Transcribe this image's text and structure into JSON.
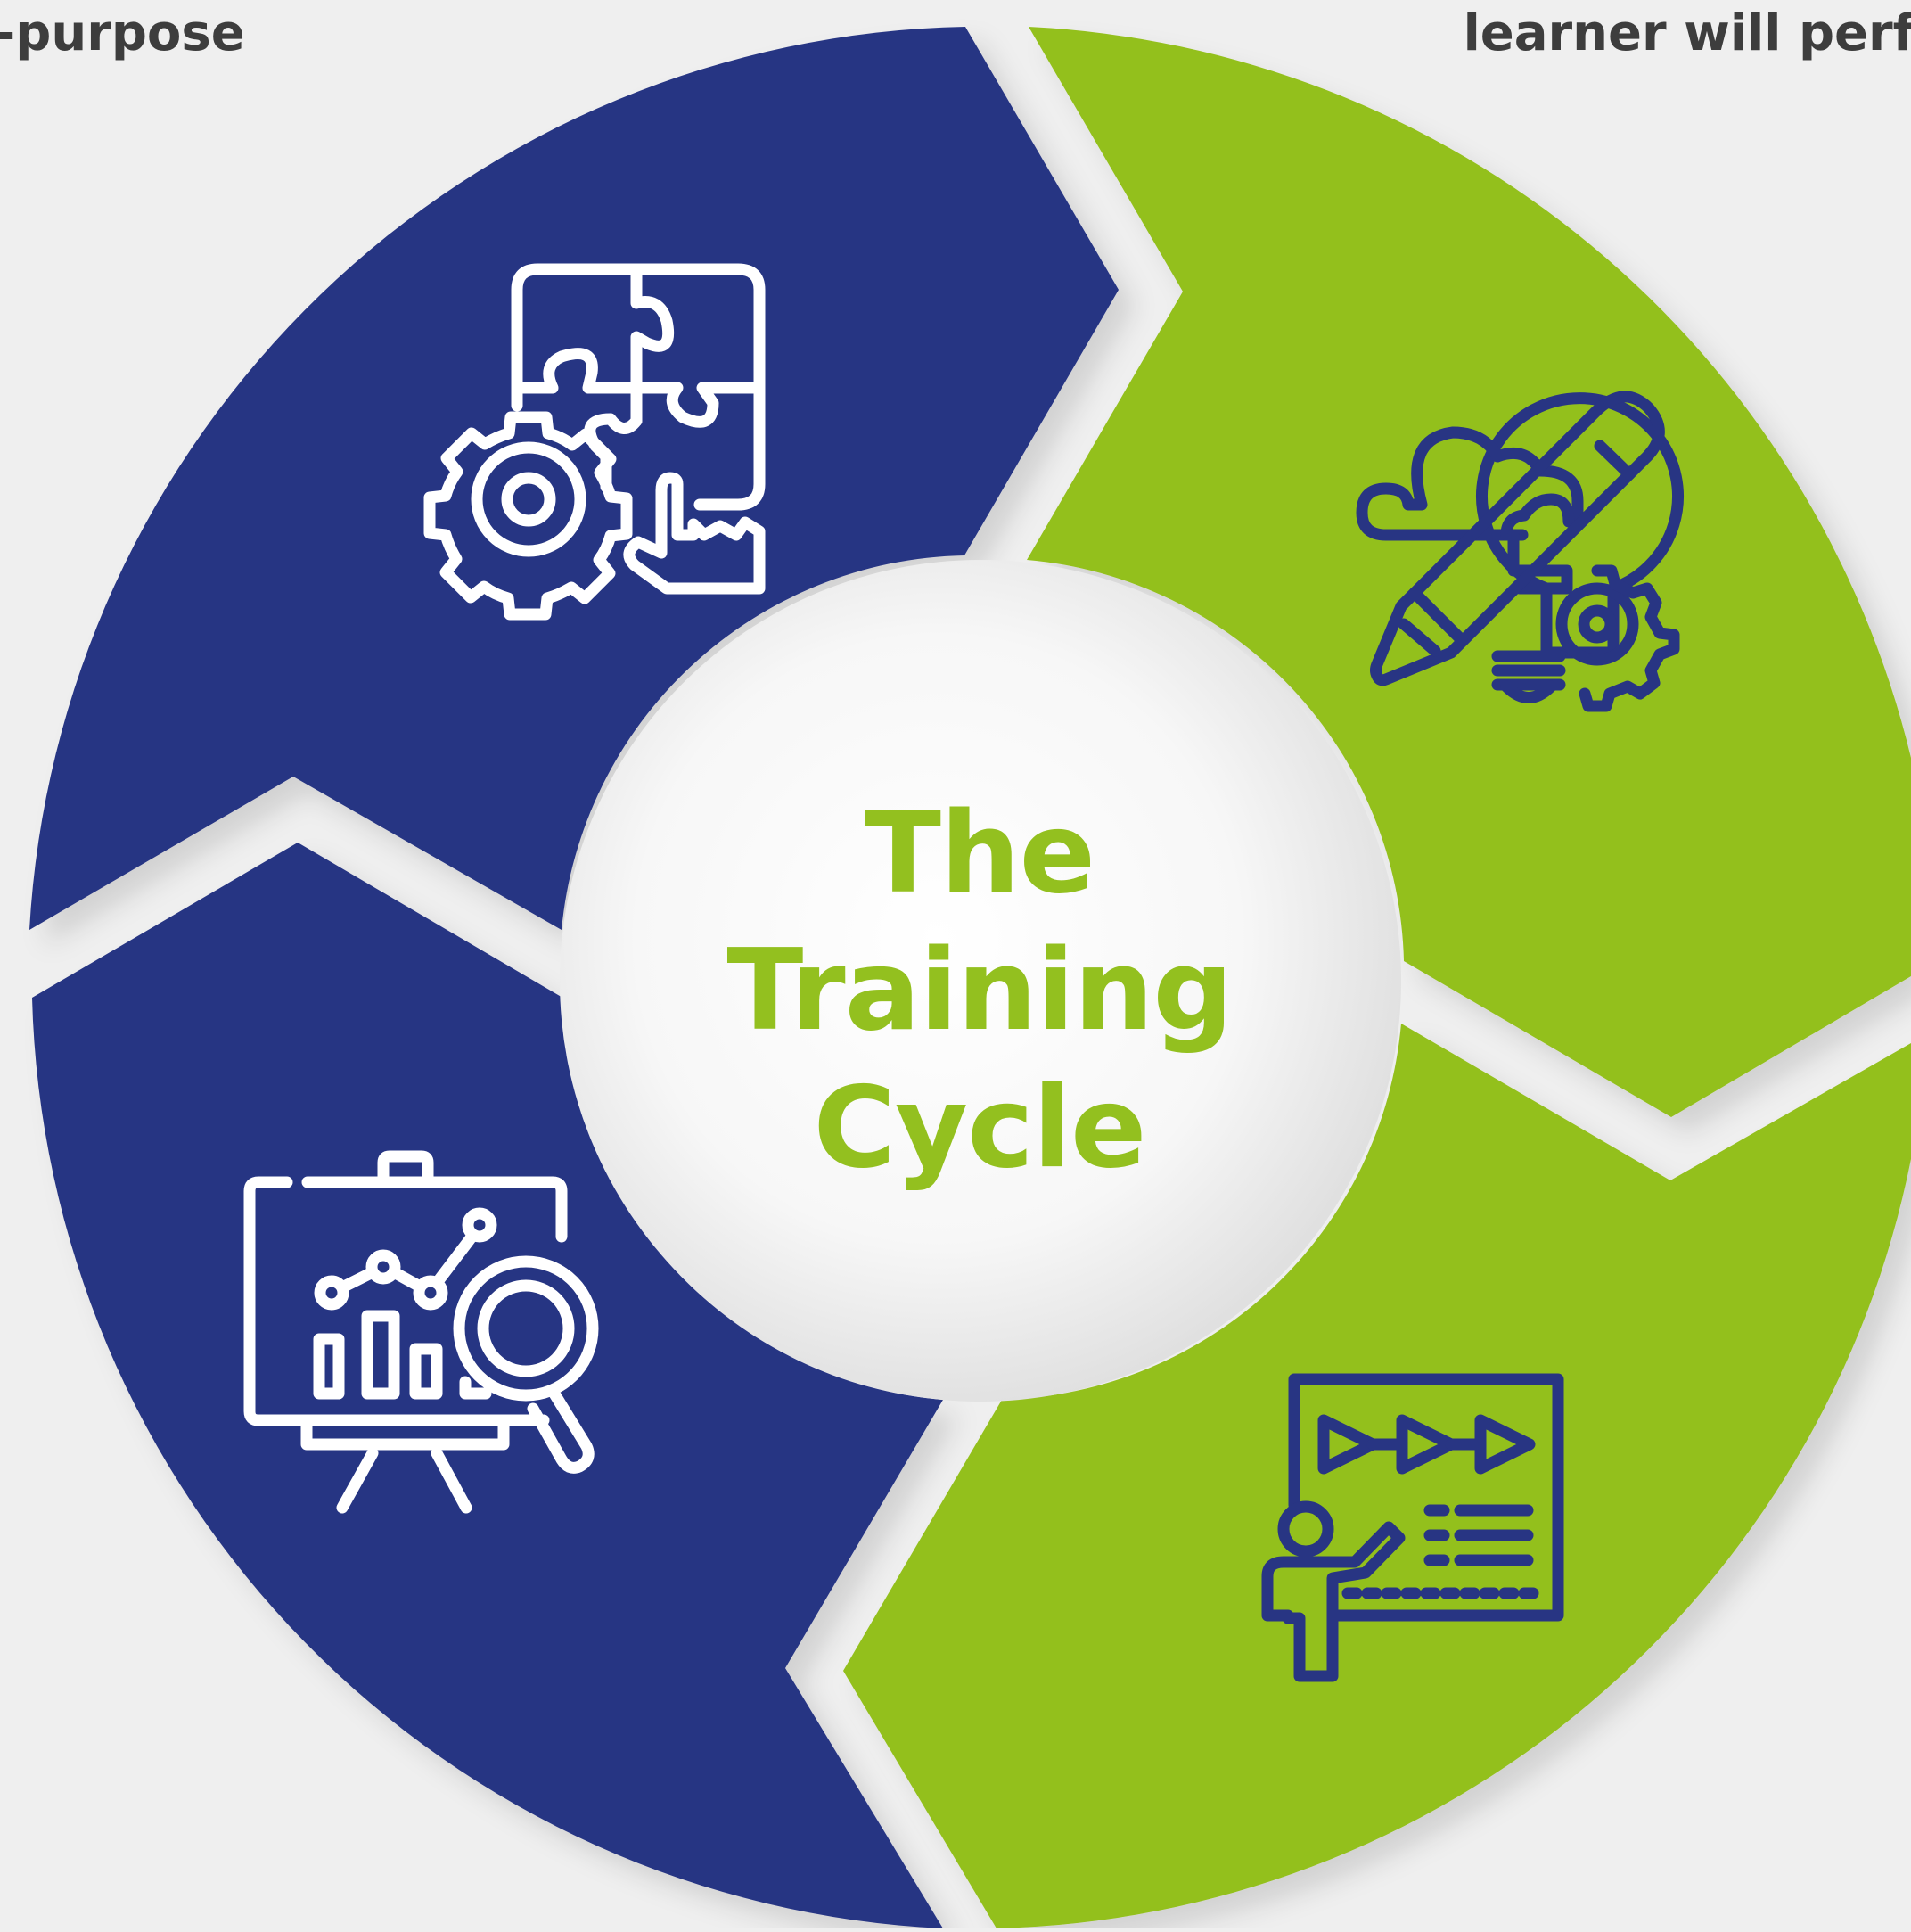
{
  "diagram": {
    "title_lines": [
      "The",
      "Training",
      "Cycle"
    ],
    "top_left_text": "-purpose",
    "top_right_text": "learner will perf",
    "segments": [
      {
        "position": "top-left",
        "color": "#283583",
        "icon": "puzzle-gear-icon"
      },
      {
        "position": "top-right",
        "color": "#93c01f",
        "icon": "idea-pencil-gear-icon"
      },
      {
        "position": "bottom-right",
        "color": "#93c01f",
        "icon": "presentation-icon"
      },
      {
        "position": "bottom-left",
        "color": "#283583",
        "icon": "analytics-board-icon"
      }
    ],
    "colors": {
      "navy": "#283583",
      "green": "#93c01f",
      "background": "#efefef",
      "title": "#93c01f",
      "corner_text": "#3d3d3d"
    }
  }
}
